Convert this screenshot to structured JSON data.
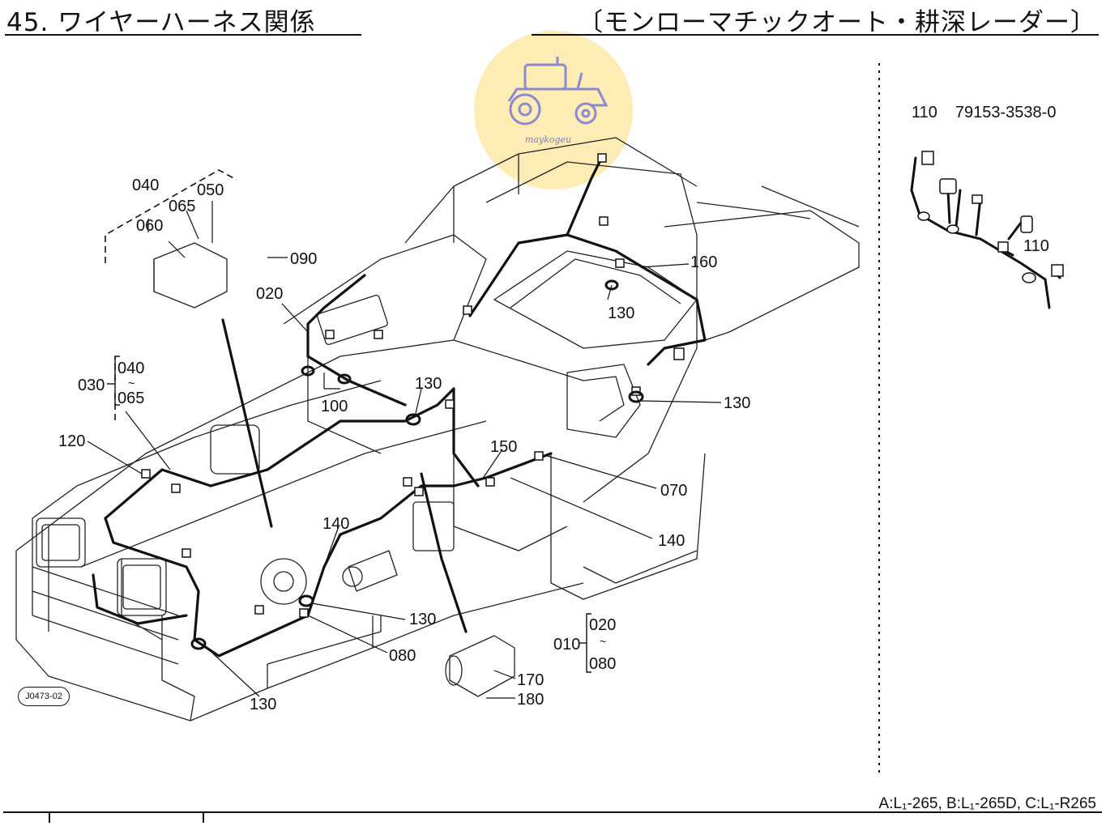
{
  "header": {
    "title": "45. ワイヤーハーネス関係",
    "model": "〔モンローマチックオート・耕深レーダー〕"
  },
  "callouts": {
    "c040": "040",
    "c050": "050",
    "c065": "065",
    "c060": "060",
    "c090": "090",
    "c020": "020",
    "c160": "160",
    "c130a": "130",
    "c030": "030",
    "c040b": "040",
    "c065b": "065",
    "c100": "100",
    "c130b": "130",
    "c130c": "130",
    "c120": "120",
    "c150": "150",
    "c070": "070",
    "c140a": "140",
    "c140b": "140",
    "c130d": "130",
    "c080": "080",
    "c130e": "130",
    "c170": "170",
    "c180": "180",
    "c010": "010",
    "c020b": "020",
    "c080b": "080",
    "c110": "110"
  },
  "side_part": {
    "ref": "110",
    "part_no": "79153-3538-0"
  },
  "range_sep": "~",
  "stamp": "J0473-02",
  "footer": "A:L₁-265, B:L₁-265D, C:L₁-R265",
  "watermark": {
    "text": "maykogeu"
  }
}
